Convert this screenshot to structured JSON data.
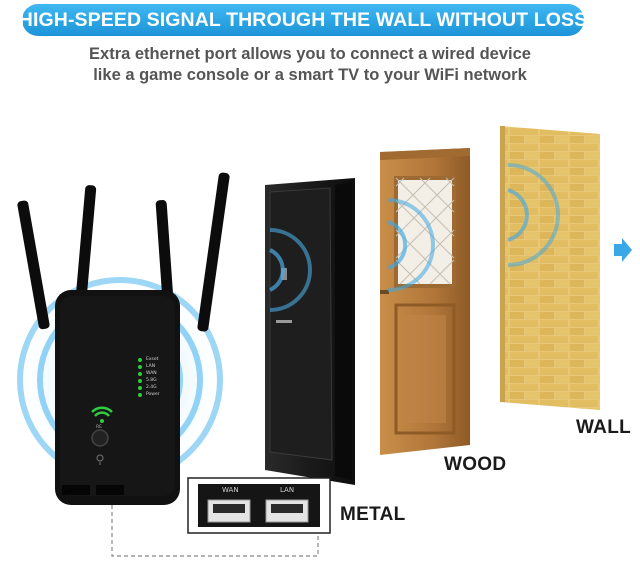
{
  "banner": {
    "text": "HIGH-SPEED SIGNAL THROUGH THE WALL WITHOUT LOSS"
  },
  "subtitle": {
    "line1": "Extra ethernet port allows you to connect a wired device",
    "line2": "like a game console or a smart TV to your WiFi network"
  },
  "labels": {
    "metal": "METAL",
    "wood": "WOOD",
    "wall": "WALL"
  },
  "device": {
    "leds": [
      "Exset",
      "LAN",
      "WAN",
      "5.8G",
      "2.4G",
      "Power"
    ],
    "button_label": "RE"
  },
  "ports": {
    "wan": "WAN",
    "lan": "LAN"
  },
  "colors": {
    "banner": "#1c94d8",
    "signal": "#3aa7e6",
    "device": "#111111",
    "wood": "#b57f3e",
    "brick": "#e3c26c",
    "wifi_logo": "#2ecc40"
  }
}
